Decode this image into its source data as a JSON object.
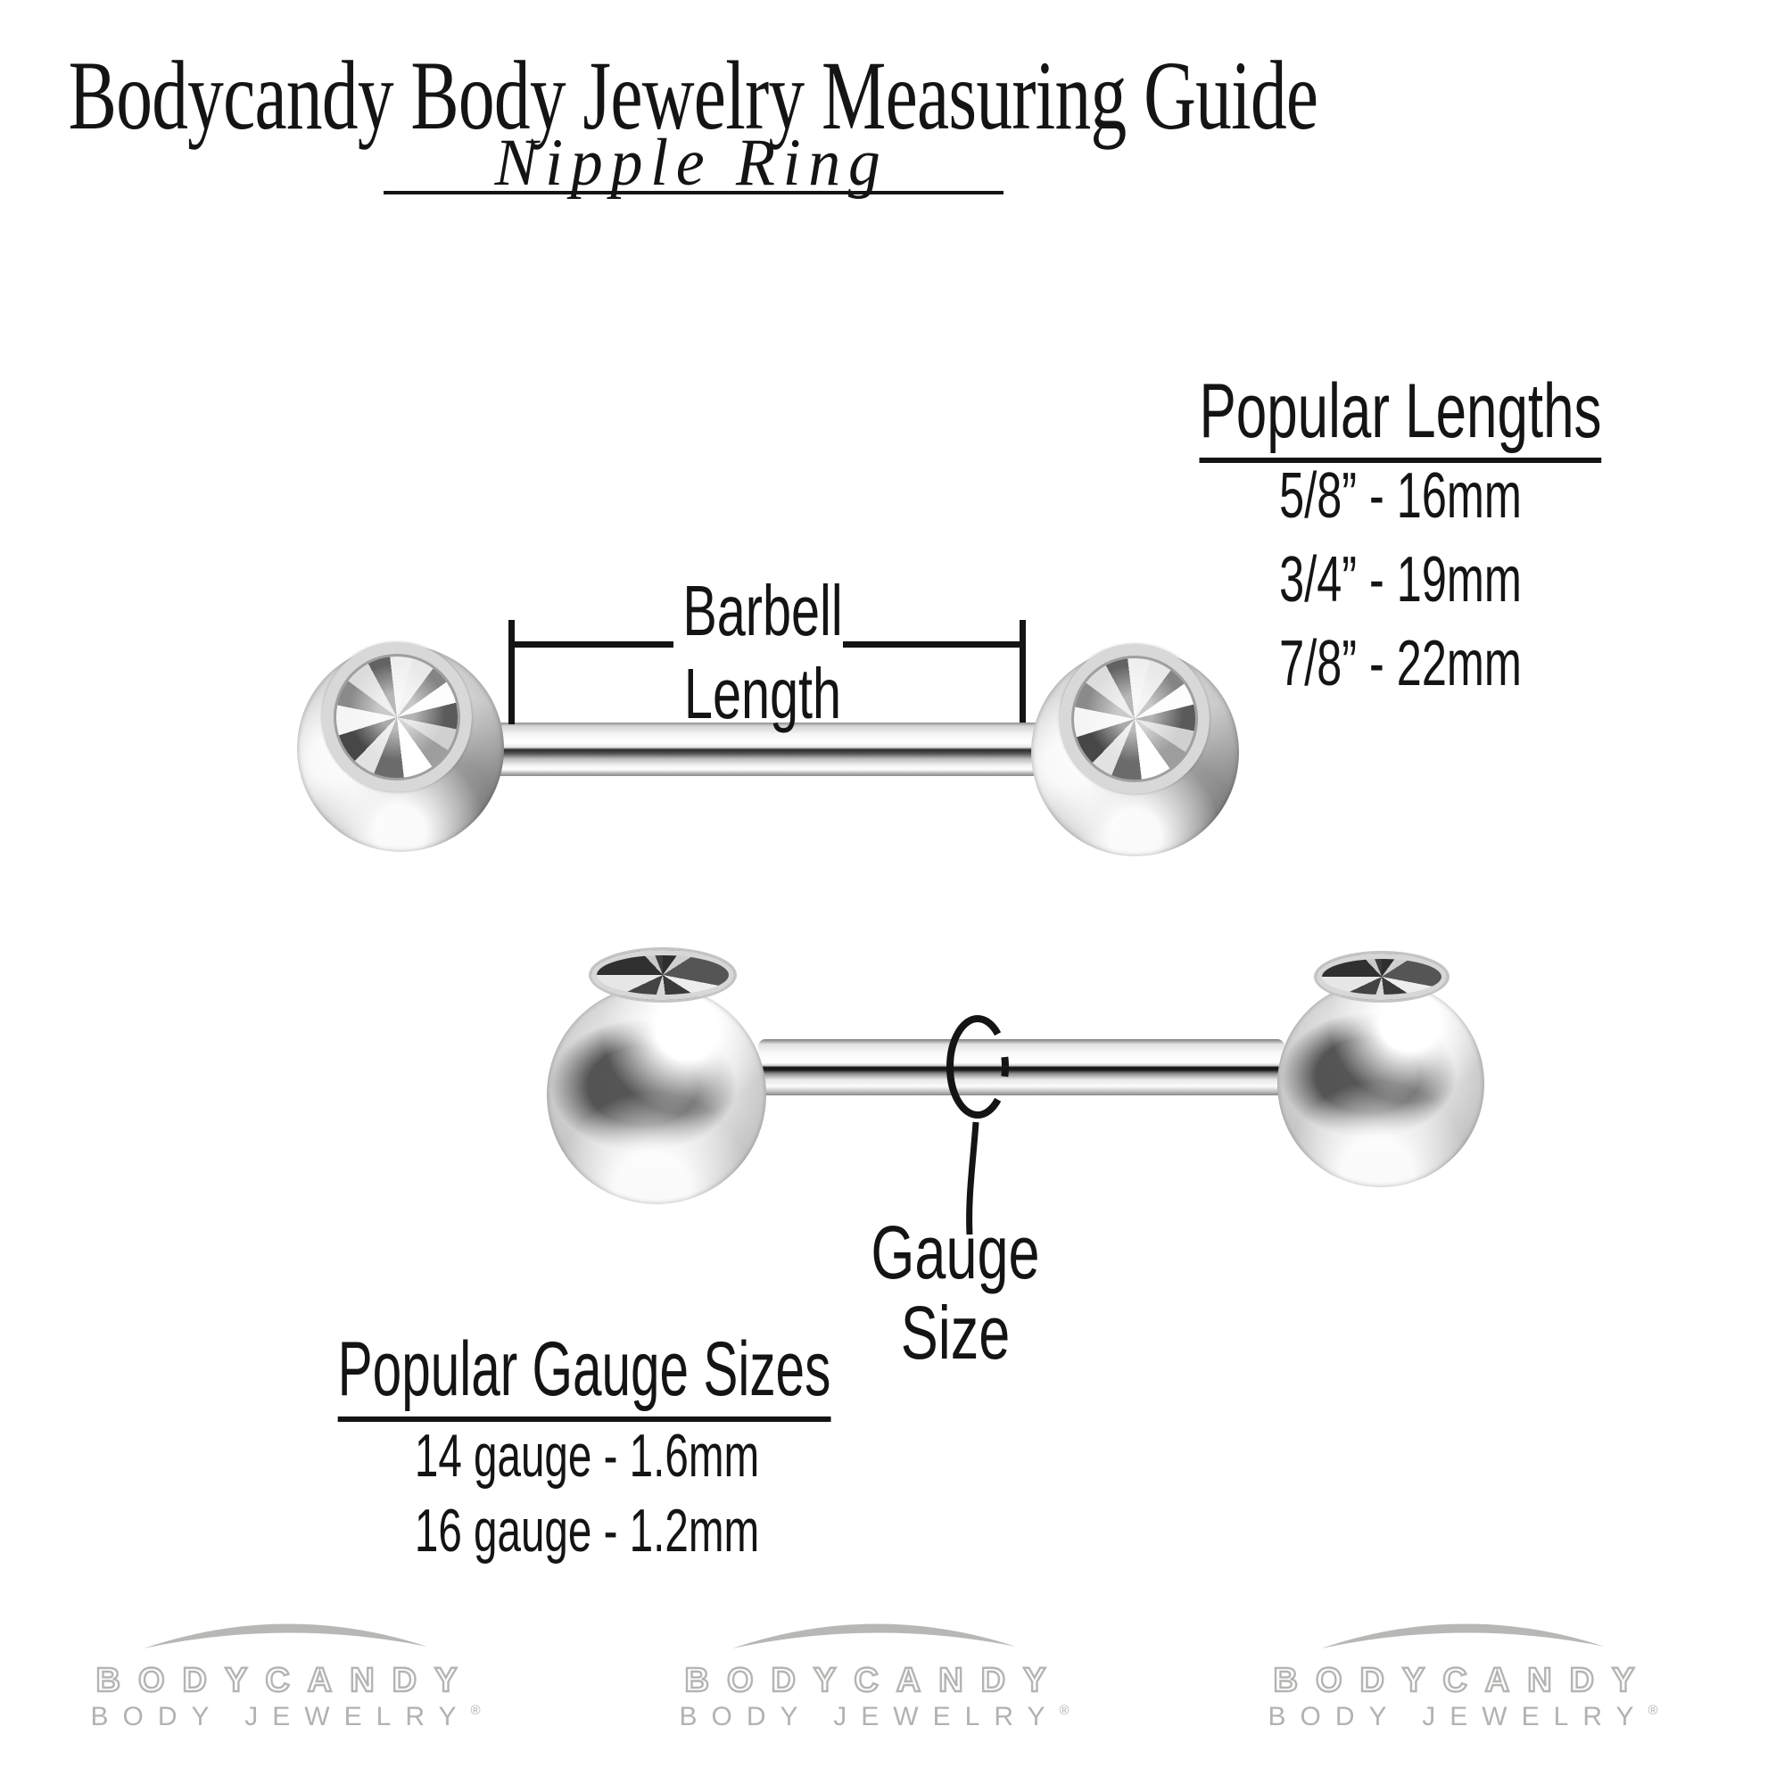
{
  "header": {
    "title": "Bodycandy Body Jewelry Measuring Guide",
    "subtitle": "Nipple Ring"
  },
  "popular_lengths": {
    "heading": "Popular Lengths",
    "items": [
      "5/8” - 16mm",
      "3/4” - 19mm",
      "7/8” - 22mm"
    ]
  },
  "barbell_length_label": {
    "line1": "Barbell",
    "line2": "Length"
  },
  "gauge_size_label": {
    "line1": "Gauge",
    "line2": "Size"
  },
  "popular_gauge_sizes": {
    "heading": "Popular Gauge Sizes",
    "items": [
      "14 gauge - 1.6mm",
      "16 gauge - 1.2mm"
    ]
  },
  "watermark": {
    "brand": "BODYCANDY",
    "tagline": "BODY JEWELRY",
    "registered": "®"
  },
  "colors": {
    "background": "#ffffff",
    "text": "#141414",
    "annotation_line": "#141414",
    "watermark_gray": "#b4b4b2",
    "metal_light": "#f6f6f6",
    "metal_dark": "#2a2a2a"
  }
}
